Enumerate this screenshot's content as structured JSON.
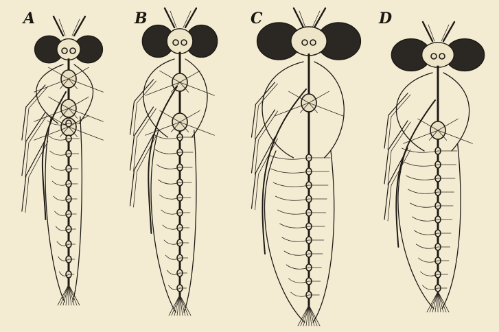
{
  "figure": {
    "panels": [
      {
        "id": "A",
        "label": "A"
      },
      {
        "id": "B",
        "label": "B"
      },
      {
        "id": "C",
        "label": "C"
      },
      {
        "id": "D",
        "label": "D"
      }
    ],
    "colors": {
      "paper": "#f4ecd2",
      "ink": "#1d1a16"
    }
  }
}
